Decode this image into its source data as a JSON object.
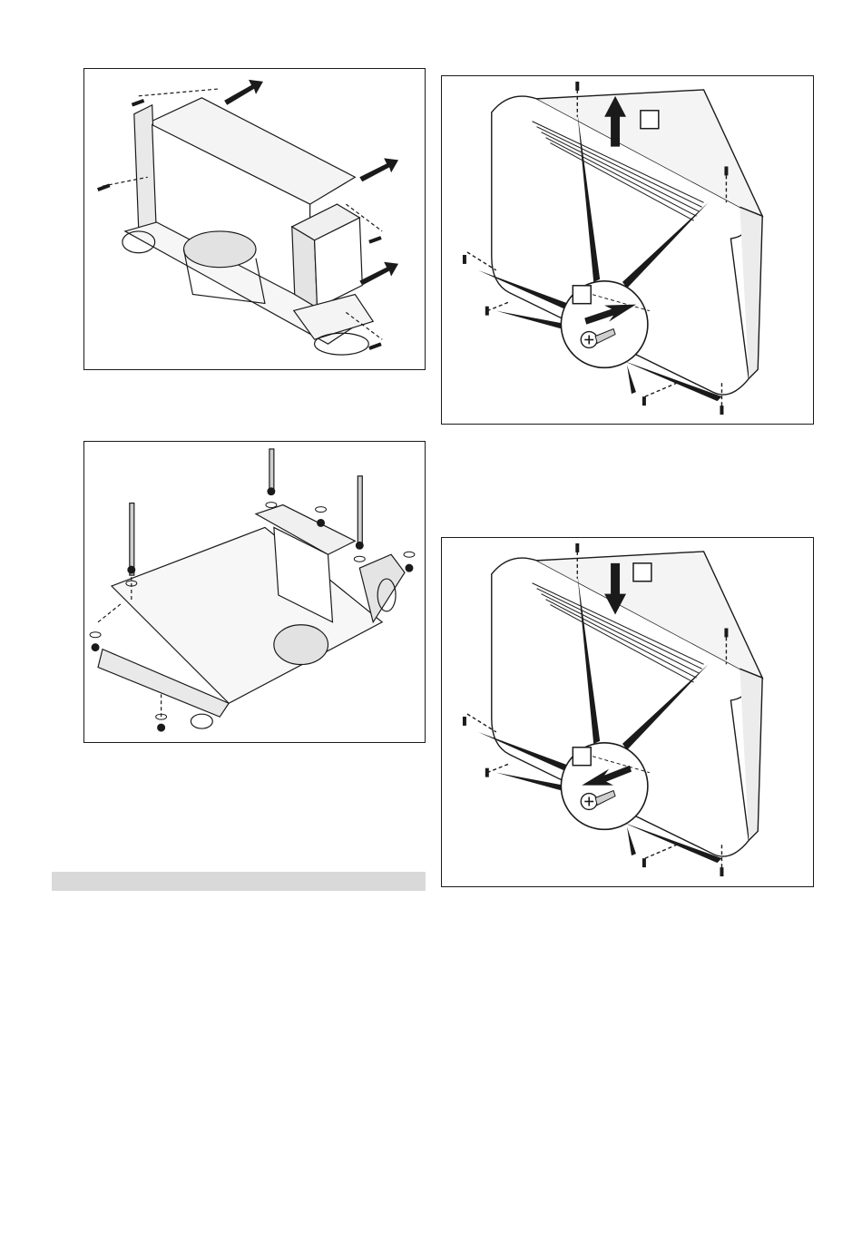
{
  "figures": [
    {
      "id": "fig-tl",
      "description_name": "unit-frame-removal-drawing"
    },
    {
      "id": "fig-bl",
      "description_name": "ceiling-mount-drawing"
    },
    {
      "id": "fig-tr",
      "description_name": "cabinet-removal-drawing",
      "step_a": "",
      "step_b": ""
    },
    {
      "id": "fig-br",
      "description_name": "cabinet-fitting-drawing",
      "step_a": "",
      "step_b": ""
    }
  ],
  "section": {
    "title": ""
  },
  "colors": {
    "line": "#1a1a1a",
    "bar": "#d9d9d9",
    "fill_light": "#e9e9e9",
    "fill_mid": "#cfcfcf"
  }
}
